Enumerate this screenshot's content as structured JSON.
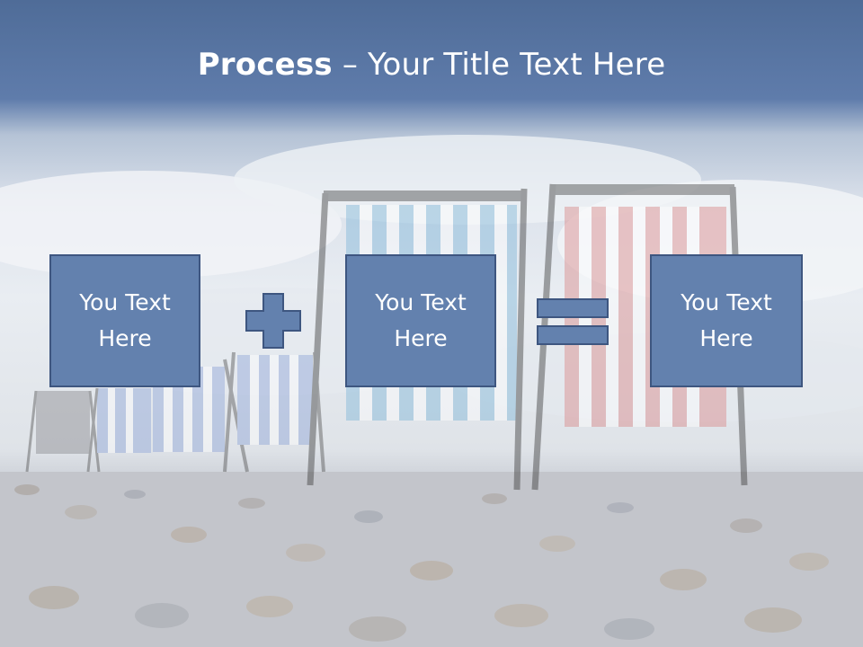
{
  "slide": {
    "title_bold": "Process",
    "title_rest": " – Your Title Text Here"
  },
  "process": {
    "box1_text": "You Text Here",
    "box2_text": "You Text Here",
    "box3_text": "You Text Here",
    "operator1": "plus-icon",
    "operator2": "equals-icon"
  },
  "colors": {
    "box_fill": "#6381ae",
    "box_border": "#3e5680",
    "header_blue": "#5f7cab"
  }
}
